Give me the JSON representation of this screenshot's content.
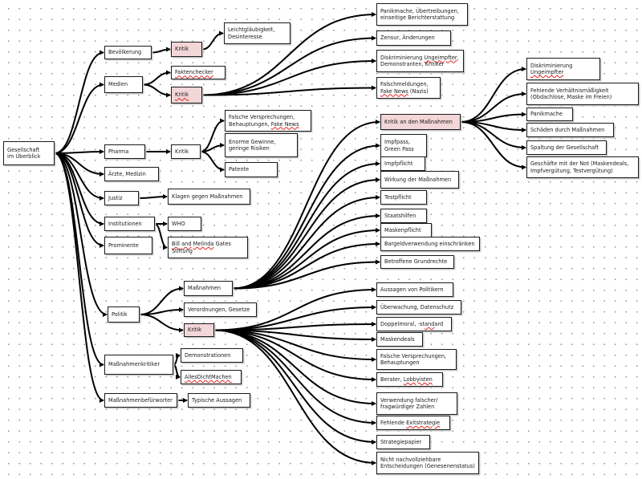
{
  "colors": {
    "node_fill": "#ffffff",
    "node_border": "#1a1a1a",
    "critic_fill": "#f3d6d8",
    "edge": "#000000",
    "grid_dot": "#9a9a9a"
  },
  "nodes": [
    {
      "id": "root",
      "text": "Gesellschaft\nim Überblick"
    },
    {
      "id": "bev",
      "text": "Bevölkerung"
    },
    {
      "id": "bev-kritik",
      "text": "Kritik",
      "variant": "critic"
    },
    {
      "id": "bev-k1",
      "text": "Leichtgläubigkeit,\nDesinteresse"
    },
    {
      "id": "medien",
      "text": "Medien"
    },
    {
      "id": "med-fakt",
      "text": "Faktenchecker"
    },
    {
      "id": "med-kritik",
      "text": "Kritik",
      "variant": "critic",
      "spell": true
    },
    {
      "id": "med-k1",
      "text": "Panikmache, Übertreibungen,\neinseitige Berichterstattung"
    },
    {
      "id": "med-k2",
      "text": "Zensur, Änderungen"
    },
    {
      "id": "med-k3",
      "text": "Diskriminierung Ungeimpfter,\nDemonstranten, Kritiker"
    },
    {
      "id": "med-k4",
      "text": "Falschmeldungen,\nFake News (Nazis)"
    },
    {
      "id": "pharma",
      "text": "Pharma"
    },
    {
      "id": "ph-kritik",
      "text": "Kritik"
    },
    {
      "id": "ph-k1",
      "text": "Falsche Versprechungen,\nBehauptungen, Fake News"
    },
    {
      "id": "ph-k2",
      "text": "Enorme Gewinne,\ngeringe Risiken"
    },
    {
      "id": "ph-k3",
      "text": "Patente"
    },
    {
      "id": "aerzte",
      "text": "Ärzte, Medizin"
    },
    {
      "id": "justiz",
      "text": "Justiz"
    },
    {
      "id": "ju-1",
      "text": "Klagen gegen Maßnahmen"
    },
    {
      "id": "inst",
      "text": "Institutionen"
    },
    {
      "id": "inst-who",
      "text": "WHO"
    },
    {
      "id": "prom",
      "text": "Prominente"
    },
    {
      "id": "prom-bg",
      "text": "Bill and Melinda Gates\nStiftung"
    },
    {
      "id": "politik",
      "text": "Politik"
    },
    {
      "id": "pol-mass",
      "text": "Maßnahmen"
    },
    {
      "id": "pol-ver",
      "text": "Verordnungen, Gesetze"
    },
    {
      "id": "pol-kritik",
      "text": "Kritik",
      "variant": "critic"
    },
    {
      "id": "mk",
      "text": "Maßnahmenkritiker"
    },
    {
      "id": "mk-1",
      "text": "Demonstrationen"
    },
    {
      "id": "mk-2",
      "text": "AllesDichtMachen"
    },
    {
      "id": "mb",
      "text": "Maßnahmenbefürworter"
    },
    {
      "id": "mb-1",
      "text": "Typische Aussagen"
    },
    {
      "id": "km",
      "text": "Kritik an den Maßnahmen",
      "variant": "critic"
    },
    {
      "id": "km-1",
      "text": "Diskriminierung\nUngeimpfter"
    },
    {
      "id": "km-2",
      "text": "Fehlende Verhältnismäßigkeit\n(Obdachlose, Maske im Freien)"
    },
    {
      "id": "km-3",
      "text": "Panikmache"
    },
    {
      "id": "km-4",
      "text": "Schäden durch Maßnahmen"
    },
    {
      "id": "km-5",
      "text": "Spaltung der Gesellschaft"
    },
    {
      "id": "km-6",
      "text": "Geschäfte mit der Not (Maskendeals,\nImpfvergütung, Testvergütung)"
    },
    {
      "id": "ms-1",
      "text": "Impfpass,\nGreen Pass"
    },
    {
      "id": "ms-2",
      "text": "Impfpflicht"
    },
    {
      "id": "ms-3",
      "text": "Wirkung der Maßnahmen"
    },
    {
      "id": "ms-4",
      "text": "Testpflicht"
    },
    {
      "id": "ms-5",
      "text": "Staatshilfen"
    },
    {
      "id": "ms-6",
      "text": "Maskenpflicht"
    },
    {
      "id": "ms-7",
      "text": "Bargeldverwendung einschränken"
    },
    {
      "id": "ms-8",
      "text": "Betroffene Grundrechte"
    },
    {
      "id": "pk-1",
      "text": "Aussagen von Politikern"
    },
    {
      "id": "pk-2",
      "text": "Überwachung, Datenschutz"
    },
    {
      "id": "pk-3",
      "text": "Doppelmoral, -standard"
    },
    {
      "id": "pk-4",
      "text": "Maskendeals"
    },
    {
      "id": "pk-5",
      "text": "Falsche Versprechungen,\nBehauptungen"
    },
    {
      "id": "pk-6",
      "text": "Berater, Lobbyisten"
    },
    {
      "id": "pk-7",
      "text": "Verwendung falscher/\nfragwürdiger Zahlen"
    },
    {
      "id": "pk-8",
      "text": "Fehlende Exitstrategie"
    },
    {
      "id": "pk-9",
      "text": "Strategiepapier"
    },
    {
      "id": "pk-10",
      "text": "Nicht nachvollziehbare\nEntscheidungen (Genesenenstatus)"
    }
  ],
  "edges": [
    [
      "root",
      "bev"
    ],
    [
      "root",
      "medien"
    ],
    [
      "root",
      "pharma"
    ],
    [
      "root",
      "aerzte"
    ],
    [
      "root",
      "justiz"
    ],
    [
      "root",
      "inst"
    ],
    [
      "root",
      "prom"
    ],
    [
      "root",
      "politik"
    ],
    [
      "root",
      "mk"
    ],
    [
      "root",
      "mb"
    ],
    [
      "bev",
      "bev-kritik"
    ],
    [
      "bev-kritik",
      "bev-k1"
    ],
    [
      "medien",
      "med-fakt"
    ],
    [
      "medien",
      "med-kritik"
    ],
    [
      "med-kritik",
      "med-k1"
    ],
    [
      "med-kritik",
      "med-k2"
    ],
    [
      "med-kritik",
      "med-k3"
    ],
    [
      "med-kritik",
      "med-k4"
    ],
    [
      "pharma",
      "ph-kritik"
    ],
    [
      "ph-kritik",
      "ph-k1"
    ],
    [
      "ph-kritik",
      "ph-k2"
    ],
    [
      "ph-kritik",
      "ph-k3"
    ],
    [
      "justiz",
      "ju-1"
    ],
    [
      "inst",
      "inst-who"
    ],
    [
      "inst",
      "prom-bg"
    ],
    [
      "politik",
      "pol-mass"
    ],
    [
      "politik",
      "pol-ver"
    ],
    [
      "politik",
      "pol-kritik"
    ],
    [
      "mk",
      "mk-1"
    ],
    [
      "mk",
      "mk-2"
    ],
    [
      "mb",
      "mb-1"
    ],
    [
      "pol-mass",
      "km"
    ],
    [
      "pol-mass",
      "ms-1"
    ],
    [
      "pol-mass",
      "ms-2"
    ],
    [
      "pol-mass",
      "ms-3"
    ],
    [
      "pol-mass",
      "ms-4"
    ],
    [
      "pol-mass",
      "ms-5"
    ],
    [
      "pol-mass",
      "ms-6"
    ],
    [
      "pol-mass",
      "ms-7"
    ],
    [
      "pol-mass",
      "ms-8"
    ],
    [
      "km",
      "km-1"
    ],
    [
      "km",
      "km-2"
    ],
    [
      "km",
      "km-3"
    ],
    [
      "km",
      "km-4"
    ],
    [
      "km",
      "km-5"
    ],
    [
      "km",
      "km-6"
    ],
    [
      "pol-kritik",
      "pk-1"
    ],
    [
      "pol-kritik",
      "pk-2"
    ],
    [
      "pol-kritik",
      "pk-3"
    ],
    [
      "pol-kritik",
      "pk-4"
    ],
    [
      "pol-kritik",
      "pk-5"
    ],
    [
      "pol-kritik",
      "pk-6"
    ],
    [
      "pol-kritik",
      "pk-7"
    ],
    [
      "pol-kritik",
      "pk-8"
    ],
    [
      "pol-kritik",
      "pk-9"
    ],
    [
      "pol-kritik",
      "pk-10"
    ]
  ]
}
